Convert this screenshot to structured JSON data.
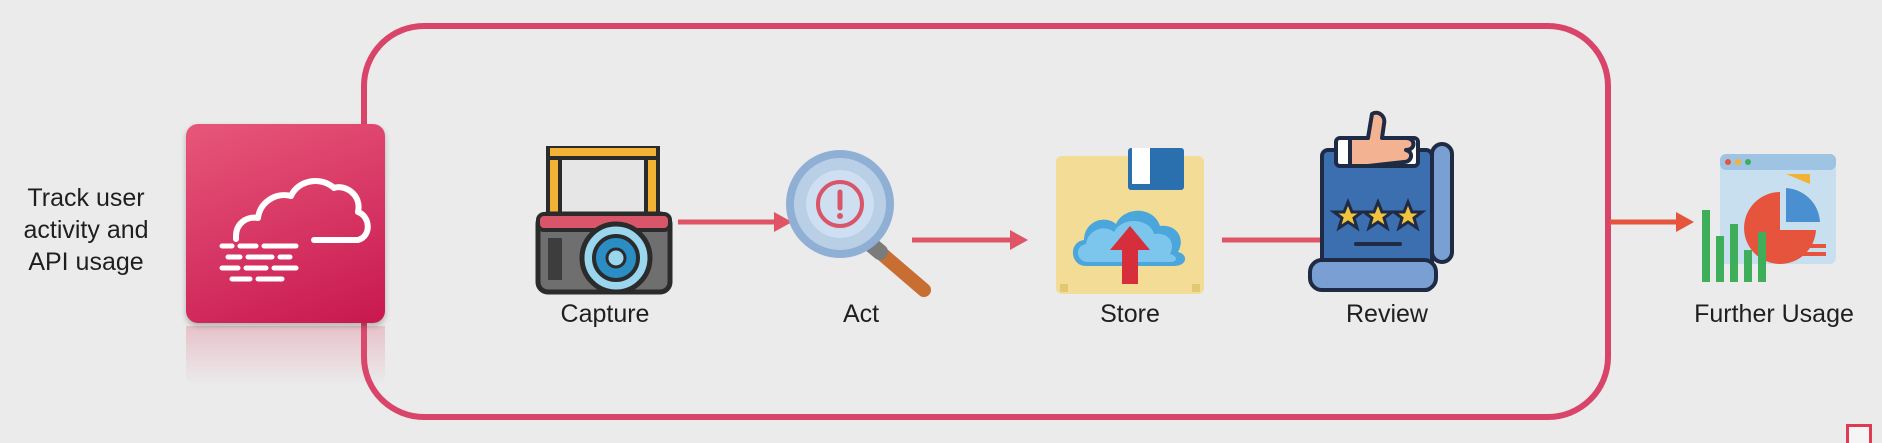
{
  "input": {
    "label_lines": [
      "Track user",
      "activity and",
      "API usage"
    ],
    "icon": "cloud-logging-icon"
  },
  "steps": [
    {
      "label": "Capture",
      "icon": "camera-icon"
    },
    {
      "label": "Act",
      "icon": "magnifier-alert-icon"
    },
    {
      "label": "Store",
      "icon": "cloud-upload-storage-icon"
    },
    {
      "label": "Review",
      "icon": "review-rating-icon"
    }
  ],
  "output": {
    "label": "Further Usage",
    "icon": "analytics-dashboard-icon"
  },
  "colors": {
    "frame": "#d9456a",
    "arrow": "#e05566",
    "output_arrow": "#e6543d",
    "tile_top": "#e7577a",
    "tile_bottom": "#c8184f",
    "background": "#ebebeb"
  }
}
